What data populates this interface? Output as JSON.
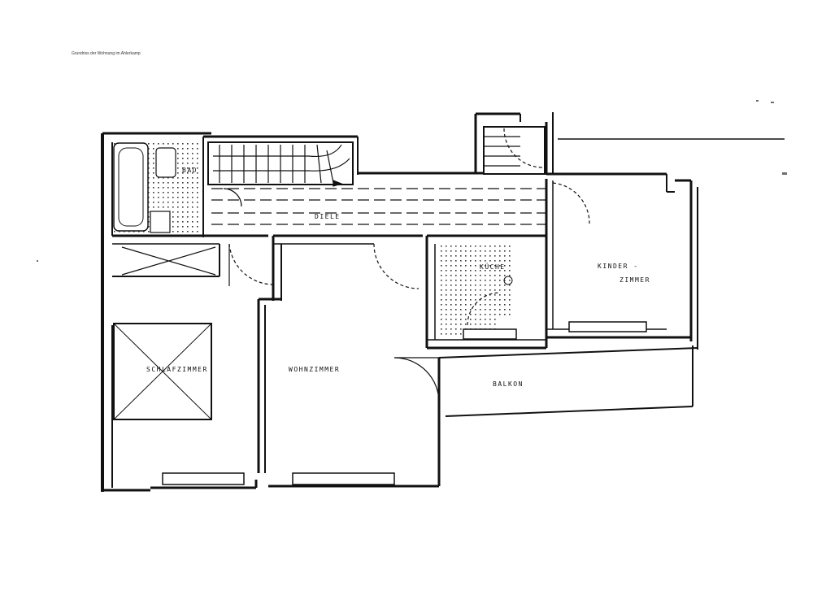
{
  "caption": "Grundriss der Wohnung im Ahlerkamp",
  "rooms": {
    "bad": "BAD",
    "diele": "DIELE",
    "kueche": "KÜCHE",
    "kinder_line1": "KINDER -",
    "kinder_line2": "ZIMMER",
    "schlafzimmer": "SCHLAFZIMMER",
    "wohnzimmer": "WOHNZIMMER",
    "balkon": "BALKON"
  },
  "colors": {
    "ink": "#111111",
    "paper": "#ffffff"
  }
}
